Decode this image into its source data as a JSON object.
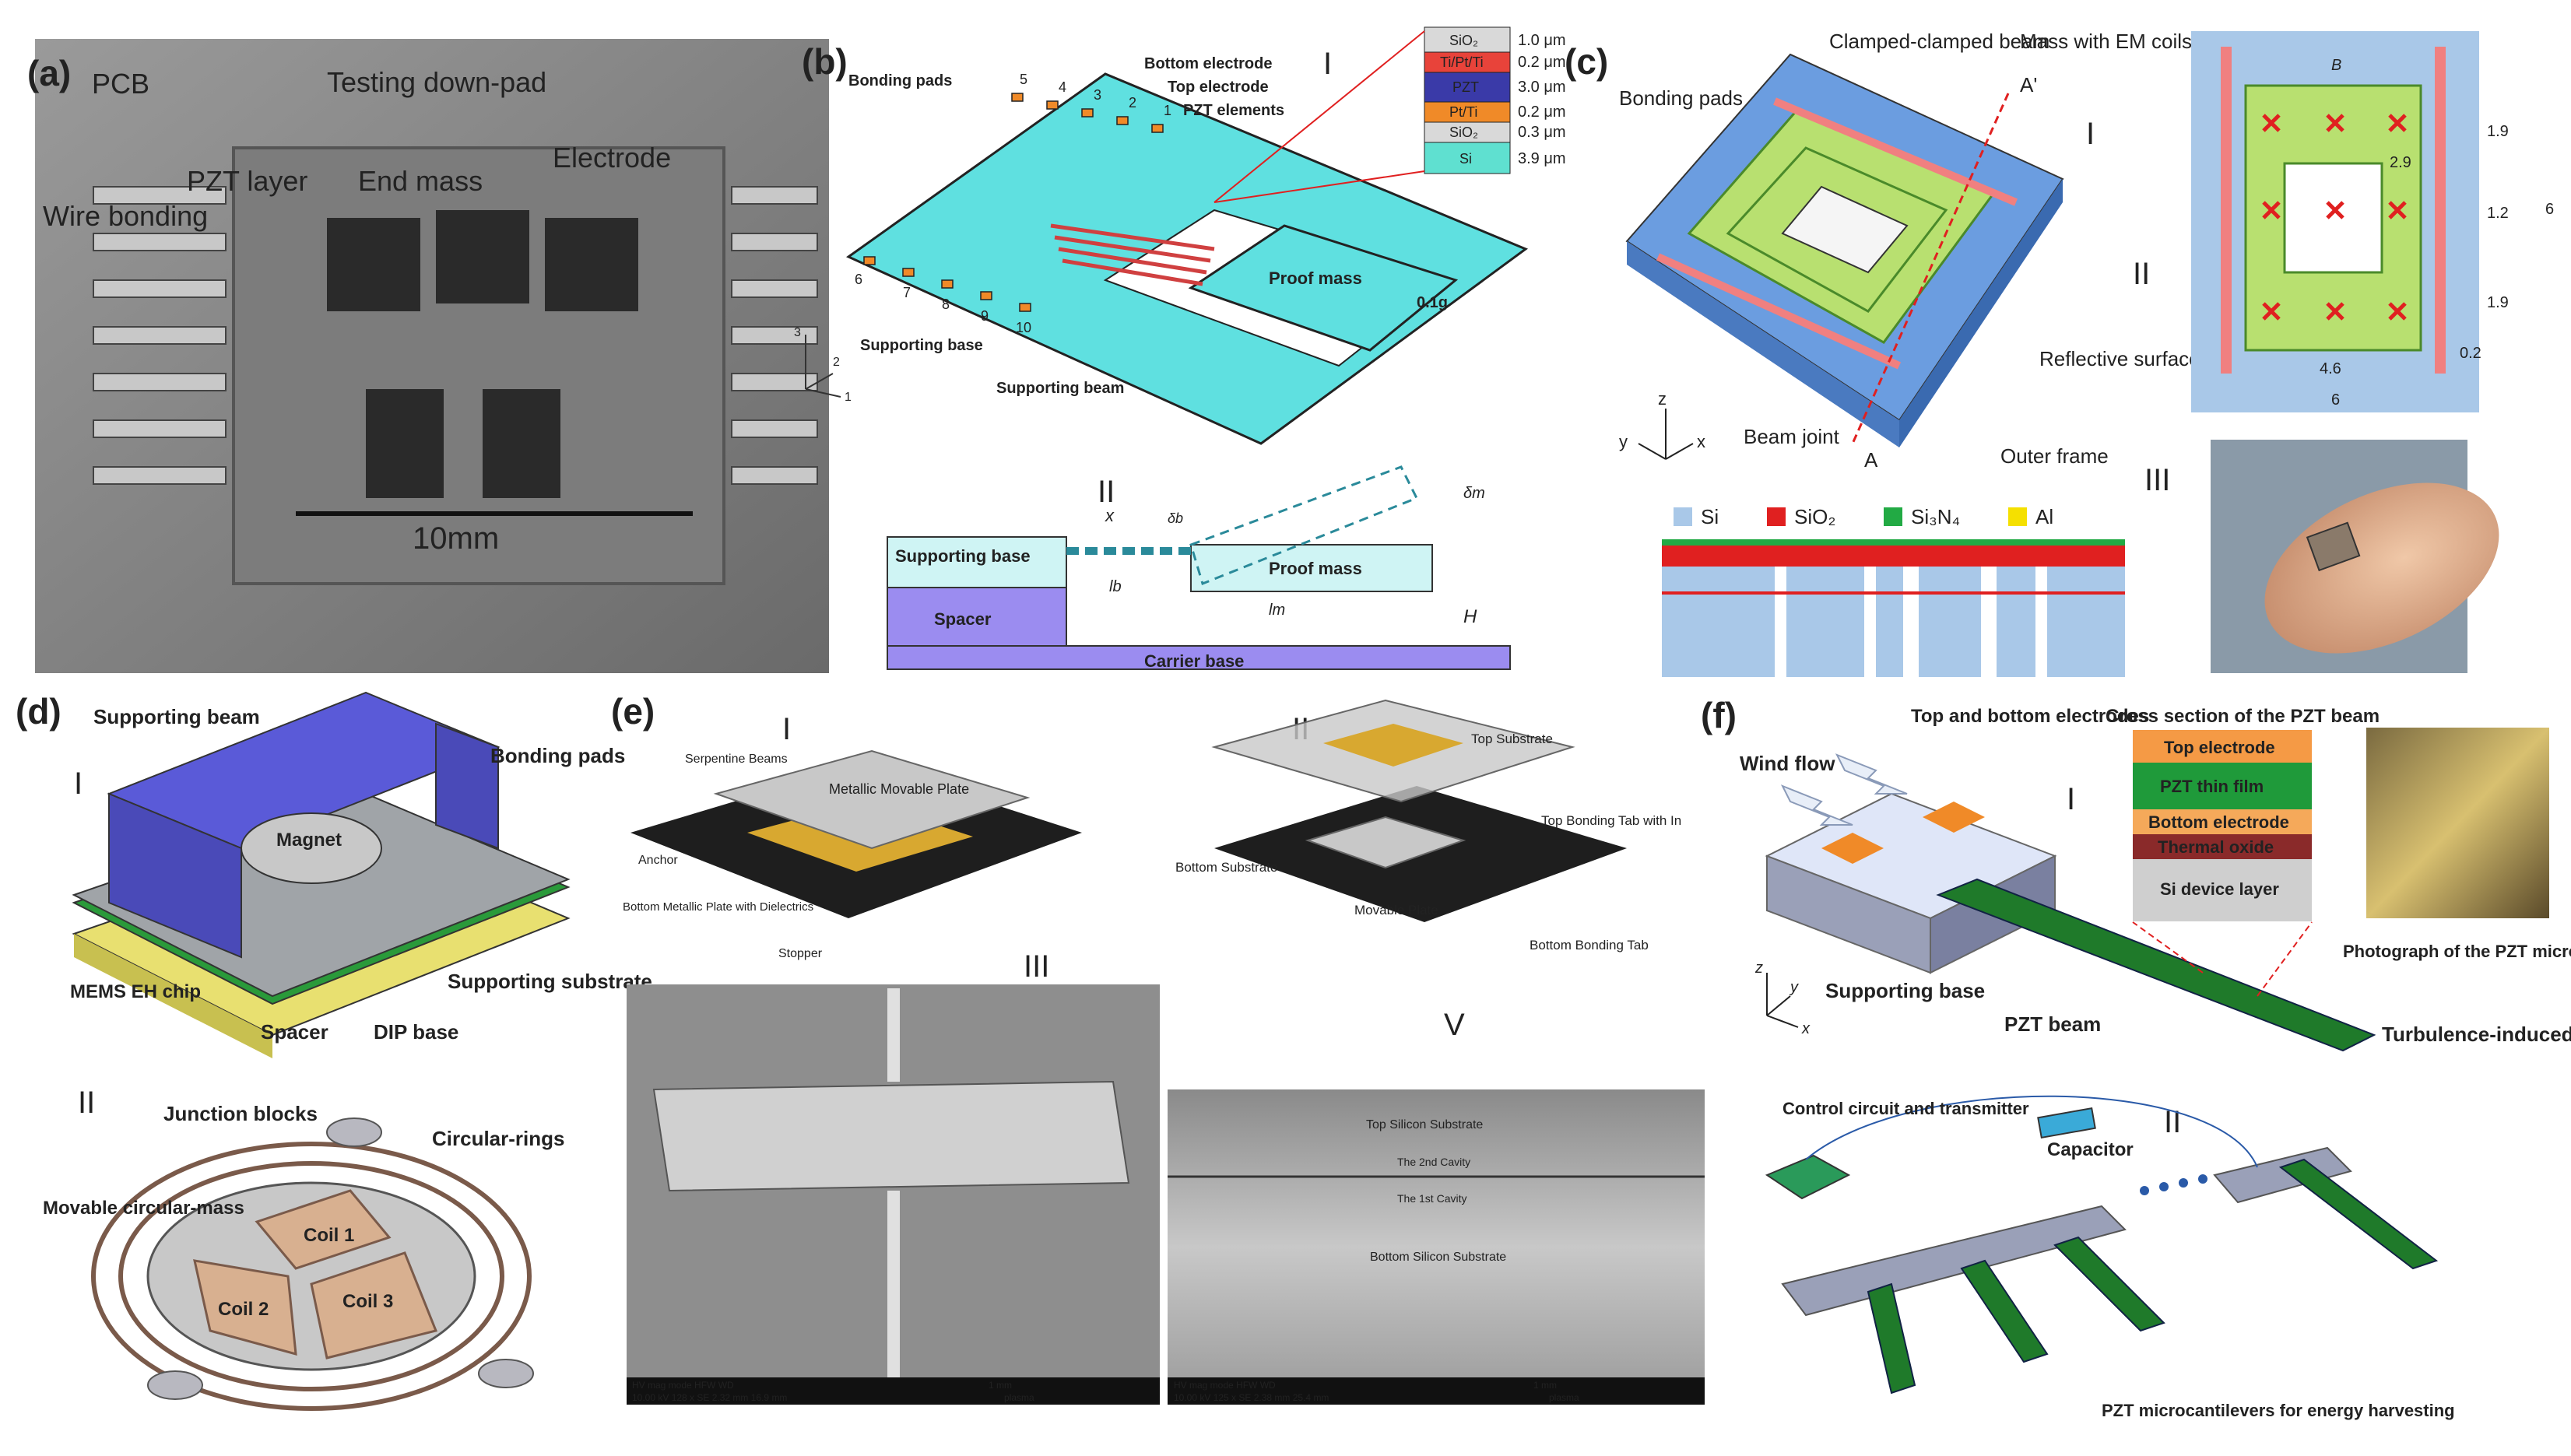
{
  "panel_labels": {
    "a": "(a)",
    "b": "(b)",
    "c": "(c)",
    "d": "(d)",
    "e": "(e)",
    "f": "(f)"
  },
  "roman": {
    "I": "I",
    "II": "II",
    "III": "III",
    "V": "V"
  },
  "panel_a": {
    "labels": [
      "PCB",
      "Testing down-pad",
      "PZT layer",
      "End mass",
      "Electrode",
      "Wire bonding"
    ],
    "scale": "10mm"
  },
  "panel_b": {
    "labels": {
      "bonding_pads": "Bonding pads",
      "bottom_electrode": "Bottom electrode",
      "top_electrode": "Top electrode",
      "pzt_elements": "PZT elements",
      "proof_mass": "Proof mass",
      "mass_value": "0.1g",
      "supporting_base": "Supporting base",
      "supporting_beam": "Supporting beam"
    },
    "pad_numbers_top": [
      "5",
      "4",
      "3",
      "2",
      "1"
    ],
    "pad_numbers_bottom": [
      "6",
      "7",
      "8",
      "9",
      "10"
    ],
    "axes": [
      "3",
      "2",
      "1"
    ],
    "layers": [
      {
        "name": "SiO₂",
        "thickness": "1.0 μm",
        "color": "#d9d9d9"
      },
      {
        "name": "Ti/Pt/Ti",
        "thickness": "0.2 μm",
        "color": "#e8433a"
      },
      {
        "name": "PZT",
        "thickness": "3.0 μm",
        "color": "#3a3aa8"
      },
      {
        "name": "Pt/Ti",
        "thickness": "0.2 μm",
        "color": "#f08a28"
      },
      {
        "name": "SiO₂",
        "thickness": "0.3 μm",
        "color": "#d9d9d9"
      },
      {
        "name": "Si",
        "thickness": "3.9 μm",
        "color": "#5fe0d0"
      }
    ],
    "side": {
      "supporting_base": "Supporting base",
      "spacer": "Spacer",
      "proof_mass": "Proof mass",
      "carrier_base": "Carrier base",
      "x": "x",
      "lb": "lb",
      "lm": "lm",
      "delta_b": "δb",
      "delta_m": "δm",
      "H": "H"
    }
  },
  "panel_c": {
    "labels": {
      "clamped_beam": "Clamped-clamped beam",
      "mass_coils": "Mass with EM coils",
      "bonding_pads": "Bonding pads",
      "reflective": "Reflective surface",
      "beam_joint": "Beam joint",
      "outer_frame": "Outer frame",
      "A": "A",
      "A_prime": "A'",
      "z": "z",
      "y": "y",
      "x": "x"
    },
    "legend": [
      {
        "name": "Si",
        "color": "#a9c8e8"
      },
      {
        "name": "SiO₂",
        "color": "#e02020"
      },
      {
        "name": "Si₃N₄",
        "color": "#22aa44"
      },
      {
        "name": "Al",
        "color": "#f5e000"
      }
    ],
    "dims": [
      "1.9",
      "1.2",
      "1.9",
      "2.9",
      "4.6",
      "0.2",
      "6",
      "6",
      "B"
    ]
  },
  "panel_d": {
    "labels": {
      "supporting_beam": "Supporting beam",
      "bonding_pads": "Bonding pads",
      "magnet": "Magnet",
      "mems_chip": "MEMS EH chip",
      "spacer": "Spacer",
      "dip_base": "DIP base",
      "supporting_substrate": "Supporting substrate",
      "junction_blocks": "Junction blocks",
      "circular_rings": "Circular-rings",
      "movable_mass": "Movable circular-mass",
      "coil1": "Coil 1",
      "coil2": "Coil 2",
      "coil3": "Coil 3"
    }
  },
  "panel_e": {
    "labels": {
      "serpentine": "Serpentine Beams",
      "metallic_plate": "Metallic Movable Plate",
      "anchor": "Anchor",
      "bottom_plate": "Bottom Metallic Plate with Dielectrics",
      "stopper": "Stopper",
      "top_substrate": "Top Substrate",
      "top_bonding": "Top Bonding Tab with In",
      "bottom_substrate": "Bottom Substrate",
      "movable_plate": "Movable Plate",
      "bottom_bonding": "Bottom Bonding Tab",
      "top_si": "Top Silicon Substrate",
      "cavity2": "The 2nd Cavity",
      "cavity1": "The 1st Cavity",
      "bottom_si": "Bottom Silicon Substrate"
    },
    "sem1": {
      "header": "HV   mag  mode  HFW   WD",
      "values": "10.00 kV 128 x  SE  2.32 mm 16.9 mm",
      "scale": "1 mm",
      "tag": "plasma"
    },
    "sem2": {
      "header": "HV   mag  mode  HFW   WD",
      "values": "10.00 kV 125 x  SE  2.38 mm 25.4 mm",
      "scale": "1 mm",
      "tag": "plasma"
    }
  },
  "panel_f": {
    "labels": {
      "wind": "Wind flow",
      "electrodes": "Top and bottom electrodes",
      "cross_section": "Cross section of the PZT beam",
      "photo": "Photograph of the PZT microcantilever",
      "supporting_base": "Supporting base",
      "pzt_beam": "PZT beam",
      "turbulence": "Turbulence-induced vibration",
      "control": "Control circuit and transmitter",
      "capacitor": "Capacitor",
      "cantilevers": "PZT microcantilevers for energy harvesting",
      "x": "x",
      "y": "y",
      "z": "z"
    },
    "layers": [
      {
        "name": "Top electrode",
        "color": "#f59a45"
      },
      {
        "name": "PZT thin film",
        "color": "#1f9a3a"
      },
      {
        "name": "Bottom electrode",
        "color": "#f5a95a"
      },
      {
        "name": "Thermal oxide",
        "color": "#8a2a2a"
      },
      {
        "name": "Si device layer",
        "color": "#cfcfcf"
      }
    ]
  },
  "colors": {
    "cyan": "#5fe0e0",
    "orange": "#f08a28",
    "green": "#2a8a3a",
    "blue": "#5a5ad8",
    "yellow": "#f0d060",
    "gray": "#9aa0a8"
  }
}
